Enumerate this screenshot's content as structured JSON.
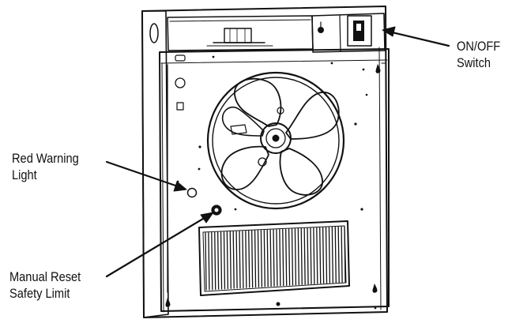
{
  "labels": {
    "on_off_switch": [
      "ON/OFF",
      "Switch"
    ],
    "red_warning_light": [
      "Red Warning",
      "Light"
    ],
    "manual_reset": [
      "Manual Reset",
      "Safety Limit"
    ]
  },
  "colors": {
    "ink": "#111111",
    "paper": "#ffffff"
  }
}
